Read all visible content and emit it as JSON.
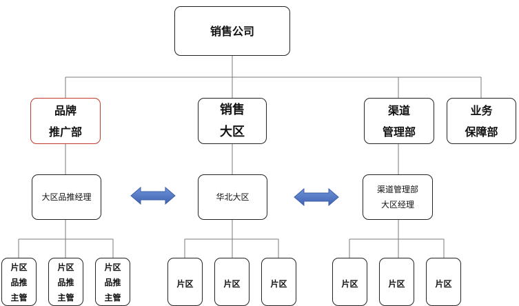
{
  "chart": {
    "root": "销售公司",
    "level1": {
      "brand": [
        "品牌",
        "推广部"
      ],
      "sales": [
        "销售",
        "大区"
      ],
      "channel": [
        "渠道",
        "管理部"
      ],
      "service": [
        "业务",
        "保障部"
      ]
    },
    "level2": {
      "brand": "大区品推经理",
      "sales": "华北大区",
      "channel": [
        "渠道管理部",
        "大区经理"
      ]
    },
    "leaves": {
      "brand": [
        [
          "片区",
          "品推",
          "主管"
        ],
        [
          "片区",
          "品推",
          "主管"
        ],
        [
          "片区",
          "品推",
          "主管"
        ]
      ],
      "sales": [
        "片区",
        "片区",
        "片区"
      ],
      "channel": [
        "片区",
        "片区",
        "片区"
      ]
    },
    "accent": "#4a72c4",
    "border_highlight": "#c0392b"
  }
}
